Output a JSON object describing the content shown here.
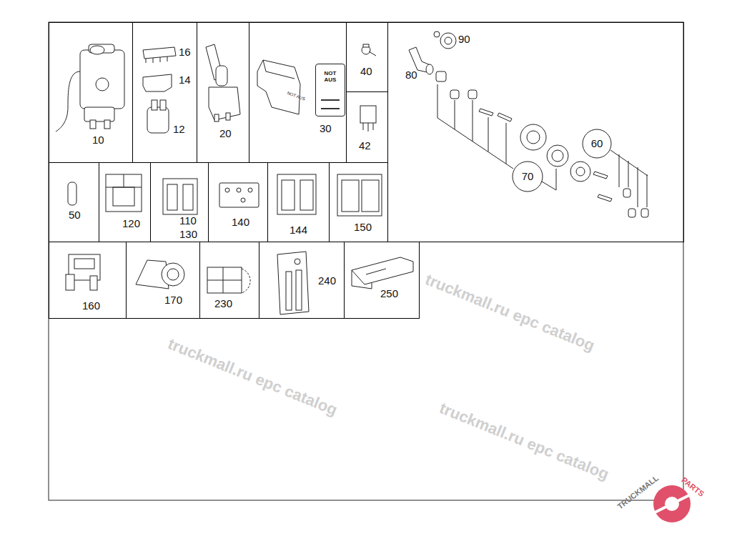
{
  "diagram": {
    "nodes": [
      {
        "text": [
          "10"
        ]
      },
      {
        "text": [
          "16",
          "14",
          "12"
        ]
      },
      {
        "text": [
          "20"
        ]
      },
      {
        "text": [
          "30"
        ]
      },
      {
        "text": [
          "NOT AUS"
        ],
        "in": 3
      },
      {
        "text": [
          "40"
        ]
      },
      {
        "text": [
          "42"
        ]
      },
      {
        "text": [
          "90",
          "80"
        ]
      },
      {
        "text": [
          "70"
        ],
        "in": 7
      },
      {
        "text": [
          "60"
        ],
        "in": 7
      },
      {
        "text": [
          "50"
        ]
      },
      {
        "text": [
          "120"
        ]
      },
      {
        "text": [
          "110",
          "130"
        ]
      },
      {
        "text": [
          "140"
        ]
      },
      {
        "text": [
          "144"
        ]
      },
      {
        "text": [
          "150"
        ]
      },
      {
        "text": [
          "160"
        ]
      },
      {
        "text": [
          "170"
        ]
      },
      {
        "text": [
          "230"
        ]
      },
      {
        "text": [
          "240"
        ]
      },
      {
        "text": [
          "250"
        ]
      }
    ],
    "edges": [],
    "labels": [
      "NOT AUS",
      "truckmall.ru epc catalog",
      "truckmall.ru epc catalog",
      "truckmall.ru epc catalog",
      "TRUCKMALL",
      "PARTS"
    ]
  }
}
